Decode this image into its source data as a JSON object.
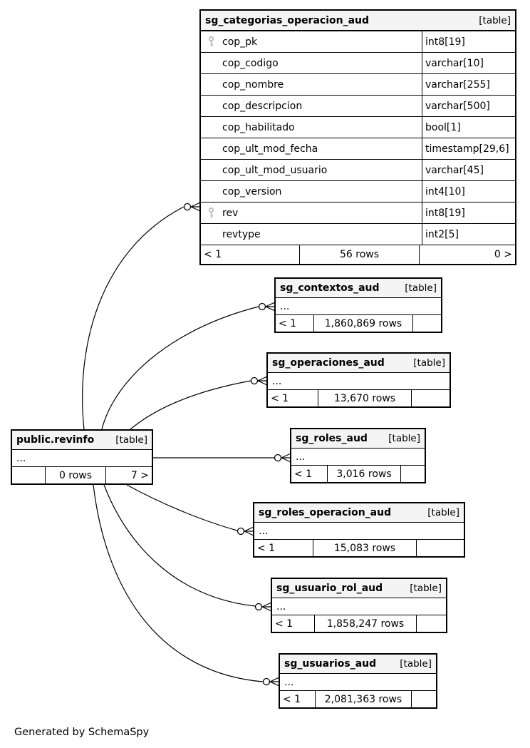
{
  "footer_note": "Generated by SchemaSpy",
  "colors": {
    "header_bg": "#f4f4f4",
    "border": "#000000",
    "key_icon": "#b4b4b4"
  },
  "tables": [
    {
      "name": "sg_categorias_operacion_aud",
      "tag": "[table]",
      "columns": [
        {
          "name": "cop_pk",
          "type": "int8[19]",
          "pk": true
        },
        {
          "name": "cop_codigo",
          "type": "varchar[10]",
          "pk": false
        },
        {
          "name": "cop_nombre",
          "type": "varchar[255]",
          "pk": false
        },
        {
          "name": "cop_descripcion",
          "type": "varchar[500]",
          "pk": false
        },
        {
          "name": "cop_habilitado",
          "type": "bool[1]",
          "pk": false
        },
        {
          "name": "cop_ult_mod_fecha",
          "type": "timestamp[29,6]",
          "pk": false
        },
        {
          "name": "cop_ult_mod_usuario",
          "type": "varchar[45]",
          "pk": false
        },
        {
          "name": "cop_version",
          "type": "int4[10]",
          "pk": false
        },
        {
          "name": "rev",
          "type": "int8[19]",
          "pk": true
        },
        {
          "name": "revtype",
          "type": "int2[5]",
          "pk": false
        }
      ],
      "footer": {
        "left": "< 1",
        "center": "56 rows",
        "right": "0 >"
      }
    },
    {
      "name": "sg_contextos_aud",
      "tag": "[table]",
      "ellipsis": "...",
      "footer": {
        "left": "< 1",
        "center": "1,860,869 rows",
        "right": ""
      }
    },
    {
      "name": "sg_operaciones_aud",
      "tag": "[table]",
      "ellipsis": "...",
      "footer": {
        "left": "< 1",
        "center": "13,670 rows",
        "right": ""
      }
    },
    {
      "name": "sg_roles_aud",
      "tag": "[table]",
      "ellipsis": "...",
      "footer": {
        "left": "< 1",
        "center": "3,016 rows",
        "right": ""
      }
    },
    {
      "name": "sg_roles_operacion_aud",
      "tag": "[table]",
      "ellipsis": "...",
      "footer": {
        "left": "< 1",
        "center": "15,083 rows",
        "right": ""
      }
    },
    {
      "name": "sg_usuario_rol_aud",
      "tag": "[table]",
      "ellipsis": "...",
      "footer": {
        "left": "< 1",
        "center": "1,858,247 rows",
        "right": ""
      }
    },
    {
      "name": "sg_usuarios_aud",
      "tag": "[table]",
      "ellipsis": "...",
      "footer": {
        "left": "< 1",
        "center": "2,081,363 rows",
        "right": ""
      }
    },
    {
      "name": "public.revinfo",
      "tag": "[table]",
      "ellipsis": "...",
      "footer": {
        "left": "",
        "center": "0 rows",
        "right": "7 >"
      }
    }
  ],
  "relationships": [
    {
      "from": "public.revinfo",
      "to": "sg_categorias_operacion_aud"
    },
    {
      "from": "public.revinfo",
      "to": "sg_contextos_aud"
    },
    {
      "from": "public.revinfo",
      "to": "sg_operaciones_aud"
    },
    {
      "from": "public.revinfo",
      "to": "sg_roles_aud"
    },
    {
      "from": "public.revinfo",
      "to": "sg_roles_operacion_aud"
    },
    {
      "from": "public.revinfo",
      "to": "sg_usuario_rol_aud"
    },
    {
      "from": "public.revinfo",
      "to": "sg_usuarios_aud"
    }
  ]
}
